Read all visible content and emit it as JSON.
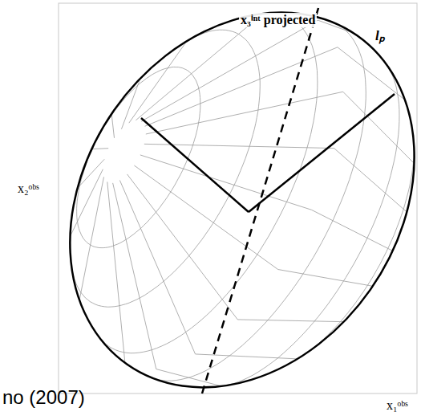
{
  "diagram": {
    "labels": [
      "x₃ⁱⁿᵗ projected",
      "lₚ",
      "x₂ᵒᵇˢ",
      "x₁ᵒᵇˢ",
      "no (2007)"
    ]
  }
}
